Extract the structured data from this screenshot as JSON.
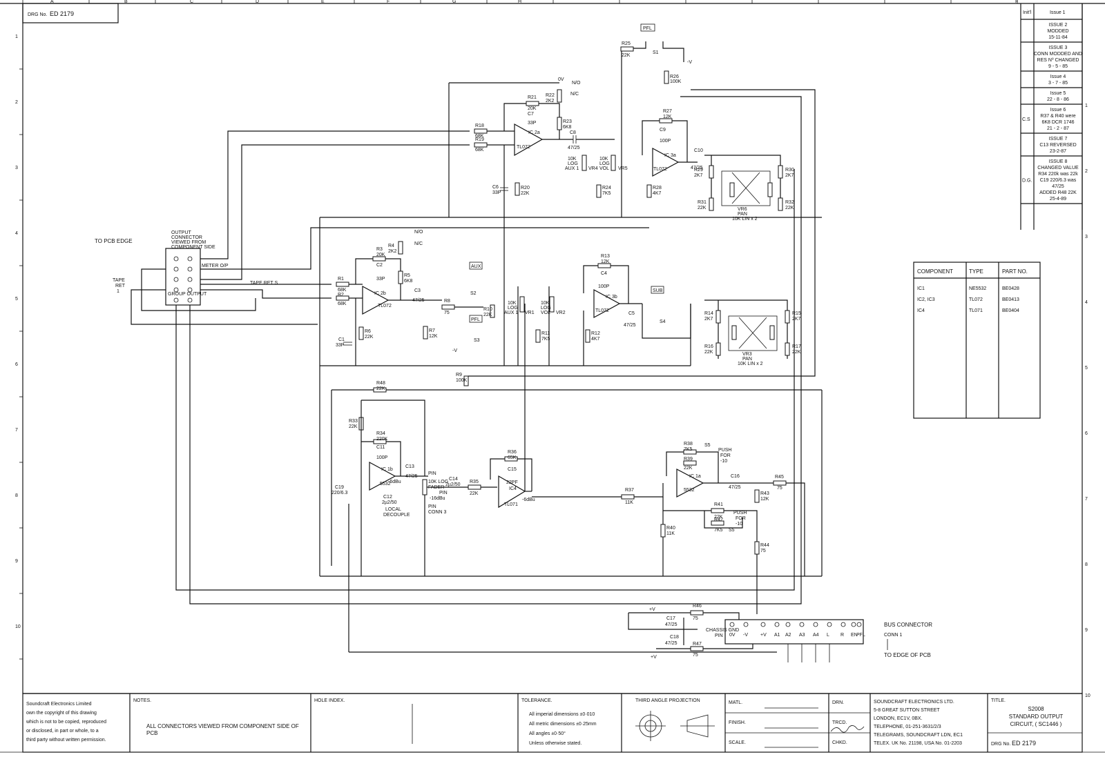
{
  "drawing": {
    "drg_label": "DRG No.",
    "drg_number": "ED 2179",
    "column_letters": [
      "A",
      "B",
      "C",
      "D",
      "E",
      "F",
      "G",
      "H",
      "F"
    ],
    "row_numbers": [
      "1",
      "2",
      "3",
      "4",
      "5",
      "6",
      "7",
      "8",
      "9",
      "10"
    ]
  },
  "revisions": {
    "header_initials": "Init'l",
    "header_issue": "Issue 1",
    "entries": [
      {
        "initials": "",
        "lines": [
          "ISSUE 2",
          "MODDED",
          "15-11-84"
        ]
      },
      {
        "initials": "",
        "lines": [
          "ISSUE 3",
          "CONN MODDED AND",
          "RES Nº CHANGED",
          "9 - 5 - 85"
        ]
      },
      {
        "initials": "",
        "lines": [
          "Issue 4",
          "3 - 7 - 85"
        ]
      },
      {
        "initials": "",
        "lines": [
          "Issue 5",
          "22 - 8 - 86"
        ]
      },
      {
        "initials": "C.S",
        "lines": [
          "Issue 6",
          "R37 & R40 were",
          "6K8  DCR 1746",
          "21 - 2 - 87"
        ]
      },
      {
        "initials": "",
        "lines": [
          "ISSUE 7",
          "C13  REVERSED",
          "23-2-87"
        ]
      },
      {
        "initials": "D.G.",
        "lines": [
          "ISSUE 8",
          "CHANGED VALUE",
          "R34  220k was 22k",
          "C19  220/6.3 was",
          "47/25",
          "ADDED R48  22K",
          "25-4-89"
        ]
      }
    ]
  },
  "components_table": {
    "headers": [
      "COMPONENT",
      "TYPE",
      "PART NO."
    ],
    "rows": [
      [
        "IC1",
        "NE5532",
        "BE0428"
      ],
      [
        "IC2, IC3",
        "TL072",
        "BE0413"
      ],
      [
        "IC4",
        "TL071",
        "BE0404"
      ]
    ]
  },
  "schematic": {
    "to_pcb_edge": "TO PCB EDGE",
    "output_connector": [
      "OUTPUT",
      "CONNECTOR",
      "VIEWED FROM",
      "COMPONENT SIDE"
    ],
    "meter_op": "METER O/P",
    "tape_ret_s": "TAPE RET S",
    "tape_ret_1": [
      "TAPE",
      "RET",
      "1"
    ],
    "group_output": "GROUP OUTPUT",
    "pfl": "PFL",
    "aux": "AUX",
    "sub": "SUB",
    "bus_connector": "BUS CONNECTOR",
    "conn_1": "CONN 1",
    "to_edge_of_pcb": "TO EDGE OF PCB",
    "chassis_gnd_pin": [
      "CHASSIS GND",
      "PIN"
    ],
    "push_for_10": [
      "PUSH",
      "FOR",
      "-10"
    ],
    "local_decouple": [
      "LOCAL",
      "DECOUPLE"
    ],
    "fader": [
      "10K LOG",
      "FADER",
      "PIN",
      "-16dBu",
      "PIN",
      "CONN 3"
    ],
    "pan_labels": [
      "VR6",
      "PAN",
      "10K LIN x 2"
    ],
    "pan_labels2": [
      "VR3",
      "PAN",
      "10K LIN x 2"
    ],
    "opamps": {
      "ic2a": [
        "IC 2a",
        "TL072",
        "2"
      ],
      "ic3a": [
        "IC 3a",
        "TL072",
        "2"
      ],
      "ic2b": [
        "IC 2b",
        "TL072",
        "2"
      ],
      "ic3b": [
        "IC 3b",
        "TL072",
        "2"
      ],
      "ic1b": [
        "IC 1b",
        "5532",
        "2"
      ],
      "ic4": [
        "IC4",
        "TL071"
      ],
      "ic1a": [
        "IC 1a",
        "5532",
        "2"
      ]
    },
    "parts": {
      "r25": [
        "R25",
        "22K"
      ],
      "r26": [
        "R26",
        "100K"
      ],
      "s1": "S1",
      "r21": [
        "R21",
        "20K"
      ],
      "r22": [
        "R22",
        "2K2"
      ],
      "r23": [
        "R23",
        "6K8"
      ],
      "c7": [
        "C7",
        "33P"
      ],
      "c8": [
        "C8",
        "47/25"
      ],
      "r18": [
        "R18",
        "68K"
      ],
      "r19": [
        "R19",
        "68K"
      ],
      "c6": [
        "C6",
        "33P"
      ],
      "r20": [
        "R20",
        "22K"
      ],
      "vr4": [
        "10K",
        "LOG",
        "AUX 1",
        "VR4"
      ],
      "vr5": [
        "10K",
        "LOG",
        "VOL",
        "VR5"
      ],
      "r24": [
        "R24",
        "7K5"
      ],
      "r27": [
        "R27",
        "12K"
      ],
      "c9": [
        "C9",
        "100P"
      ],
      "c10": [
        "C10",
        "47/25"
      ],
      "r28": [
        "R28",
        "4K7"
      ],
      "r29": [
        "R29",
        "2K7"
      ],
      "r30": [
        "R30",
        "2K7"
      ],
      "r31": [
        "R31",
        "22K"
      ],
      "r32": [
        "R32",
        "22K"
      ],
      "r3": [
        "R3",
        "20K"
      ],
      "r4": [
        "R4",
        "2K2"
      ],
      "r5": [
        "R5",
        "6K8"
      ],
      "c2": [
        "C2",
        "33P"
      ],
      "c3": [
        "C3",
        "47/25"
      ],
      "r1": [
        "R1",
        "68K"
      ],
      "r2": [
        "R2",
        "68K"
      ],
      "c1": [
        "C1",
        "33P"
      ],
      "r6": [
        "R6",
        "22K"
      ],
      "r7": [
        "R7",
        "12K"
      ],
      "r8": [
        "R8",
        "75"
      ],
      "s2": "S2",
      "s3": "S3",
      "r10": [
        "R10",
        "22K"
      ],
      "vr1": [
        "10K",
        "LOG",
        "AUX 1",
        "VR1"
      ],
      "vr2": [
        "10K",
        "LOG",
        "VOL",
        "VR2"
      ],
      "r11": [
        "R11",
        "7K5"
      ],
      "r13": [
        "R13",
        "12K"
      ],
      "c4": [
        "C4",
        "100P"
      ],
      "r12": [
        "R12",
        "4K7"
      ],
      "c5": [
        "C5",
        "47/25"
      ],
      "s4": "S4",
      "r9": [
        "R9",
        "100K"
      ],
      "r14": [
        "R14",
        "2K7"
      ],
      "r15": [
        "R15",
        "2K7"
      ],
      "r16": [
        "R16",
        "22K"
      ],
      "r17": [
        "R17",
        "22K"
      ],
      "r48": [
        "R48",
        "22K"
      ],
      "r33": [
        "R33",
        "22K"
      ],
      "r34": [
        "R34",
        "220K"
      ],
      "c11": [
        "C11",
        "100P"
      ],
      "c13": [
        "C13",
        "47/25"
      ],
      "c19": [
        "C19",
        "220/6.3"
      ],
      "c12": [
        "C12",
        "2µ2/50"
      ],
      "c14": [
        "C14",
        "2µ2/50"
      ],
      "r35": [
        "R35",
        "22K"
      ],
      "r36": [
        "R36",
        "65K"
      ],
      "c15": [
        "C15",
        "22PF"
      ],
      "r37": [
        "R37",
        "11K"
      ],
      "r38": [
        "R38",
        "7K5"
      ],
      "r39": [
        "R39",
        "22K"
      ],
      "s5": "S5",
      "c16": [
        "C16",
        "47/25"
      ],
      "r41": [
        "R41",
        "22K"
      ],
      "r42": [
        "R42",
        "7K5"
      ],
      "r40": [
        "R40",
        "11K"
      ],
      "r43": [
        "R43",
        "12K"
      ],
      "r45": [
        "R45",
        "75"
      ],
      "r44": [
        "R44",
        "75"
      ],
      "r46": [
        "R46",
        "75"
      ],
      "r47": [
        "R47",
        "75"
      ],
      "c17": [
        "C17",
        "47/25"
      ],
      "c18": [
        "C18",
        "47/25"
      ],
      "no": "N/O",
      "nc": "N/C",
      "ov": "0V",
      "minus_v": "-V",
      "plus_v": "+V",
      "dbu6": "-6dBu"
    },
    "bus_pins": [
      "0V",
      "-V",
      "+V",
      "A1",
      "A2",
      "A3",
      "A4",
      "L",
      "R",
      "EN",
      "PFL"
    ]
  },
  "title_block": {
    "copyright": [
      "Soundcraft Electronics Limited",
      "own the copyright of this drawing",
      "which is not to be copied, reproduced",
      "or disclosed, in part or whole, to a",
      "third party without written permission."
    ],
    "notes_label": "NOTES.",
    "notes_text": [
      "ALL CONNECTORS VIEWED FROM COMPONENT SIDE OF",
      "PCB"
    ],
    "hole_index_label": "HOLE INDEX.",
    "tolerance_label": "TOLERANCE.",
    "tolerance_lines": [
      "All imperial dimensions ±0·010",
      "All metric dimensions ±0·25mm",
      "All angles ±0·50°",
      "Unless otherwise stated."
    ],
    "projection_label": "THIRD ANGLE PROJECTION",
    "matl": "MATL.",
    "finish": "FINISH.",
    "scale": "SCALE.",
    "drn": "DRN.",
    "trcd": "TRCD.",
    "chkd": "CHKD.",
    "company": [
      "SOUNDCRAFT ELECTRONICS LTD.",
      "5-8 GREAT SUTTON STREET",
      "LONDON, EC1V, 0BX.",
      "TELEPHONE, 01-251-3631/2/3",
      "TELEGRAMS, SOUNDCRAFT LDN, EC1",
      "TELEX. UK No. 21198, USA No. 01-2203"
    ],
    "title_label": "TITLE.",
    "title_lines": [
      "S2008",
      "STANDARD OUTPUT",
      "CIRCUIT, ( SC1446 )"
    ],
    "drg_no_label": "DRG No.",
    "drg_no": "ED 2179"
  }
}
